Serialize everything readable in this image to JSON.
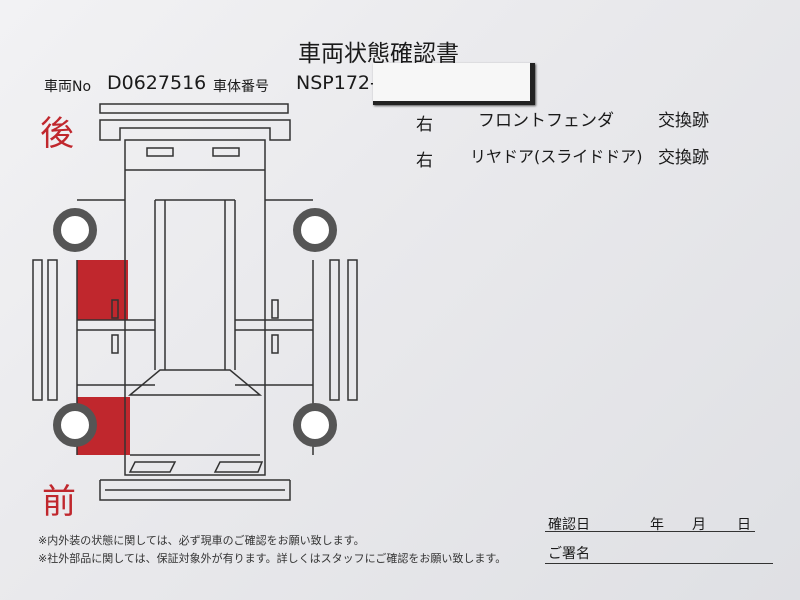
{
  "title": "車両状態確認書",
  "vehicle_no_label": "車両No",
  "vehicle_no": "D0627516",
  "chassis_label": "車体番号",
  "chassis_no": "NSP172-",
  "rear_label": "後",
  "front_label": "前",
  "remarks": [
    {
      "side": "右",
      "part": "フロントフェンダ",
      "status": "交換跡"
    },
    {
      "side": "右",
      "part": "リヤドア(スライドドア)",
      "status": "交換跡"
    }
  ],
  "notes": [
    "※内外装の状態に関しては、必ず現車のご確認をお願い致します。",
    "※社外部品に関しては、保証対象外が有ります。詳しくはスタッフにご確認をお願い致します。"
  ],
  "confirm": {
    "date_label": "確認日",
    "year": "年",
    "month": "月",
    "day": "日",
    "signature_label": "ご署名"
  },
  "colors": {
    "damage": "#c0272d"
  }
}
